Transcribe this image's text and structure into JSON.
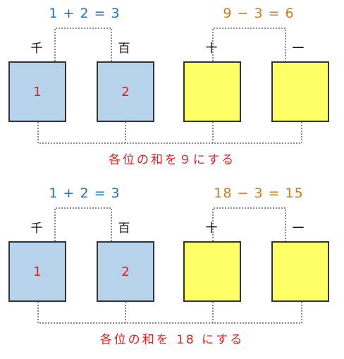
{
  "panels": [
    {
      "sum_equation": "1 + 2 = 3",
      "diff_equation": "9 − 3 = 6",
      "places": {
        "thousands": "千",
        "hundreds": "百",
        "tens": "十",
        "ones": "一"
      },
      "digits": [
        "1",
        "2",
        "",
        ""
      ],
      "caption": "各位の和を９にする"
    },
    {
      "sum_equation": "1 + 2 = 3",
      "diff_equation": "18 − 3 = 15",
      "places": {
        "thousands": "千",
        "hundreds": "百",
        "tens": "十",
        "ones": "一"
      },
      "digits": [
        "1",
        "2",
        "",
        ""
      ],
      "caption": "各位の和を 18 にする"
    }
  ],
  "colors": {
    "blue_box": "#b7d3ec",
    "yellow_box": "#ffff66",
    "sum_equation": "#1e72c2",
    "diff_equation": "#d07a1e",
    "caption": "#e02020"
  }
}
